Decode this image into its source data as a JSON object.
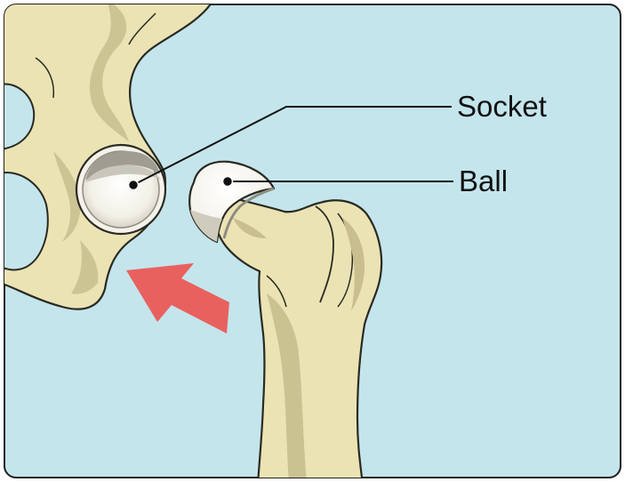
{
  "diagram": {
    "labels": {
      "socket": "Socket",
      "ball": "Ball"
    },
    "colors": {
      "background": "#c4e5ec",
      "bone": "#ebe3b4",
      "bone_shadow": "#c8be8e",
      "outline": "#2a2a22",
      "implant": "#f7f5ec",
      "implant_shadow": "#b8b5a8",
      "arrow": "#e8615e"
    },
    "arrow_direction": "up-left"
  }
}
